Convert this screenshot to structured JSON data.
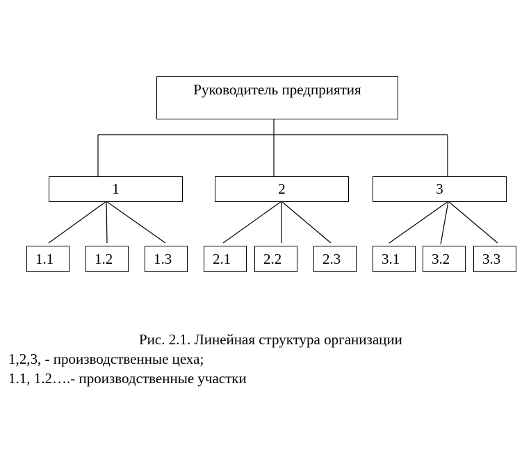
{
  "diagram": {
    "root": {
      "label": "Руководитель предприятия"
    },
    "departments": [
      {
        "label": "1",
        "sections": [
          "1.1",
          "1.2",
          "1.3"
        ]
      },
      {
        "label": "2",
        "sections": [
          "2.1",
          "2.2",
          "2.3"
        ]
      },
      {
        "label": "3",
        "sections": [
          "3.1",
          "3.2",
          "3.3"
        ]
      }
    ],
    "line_color": "#000000",
    "box_border_color": "#000000",
    "background_color": "#ffffff"
  },
  "caption": {
    "title": "Рис. 2.1.   Линейная структура организации",
    "note_departments": "1,2,3, - производственные цеха;",
    "note_sections": "1.1, 1.2….- производственные участки"
  }
}
